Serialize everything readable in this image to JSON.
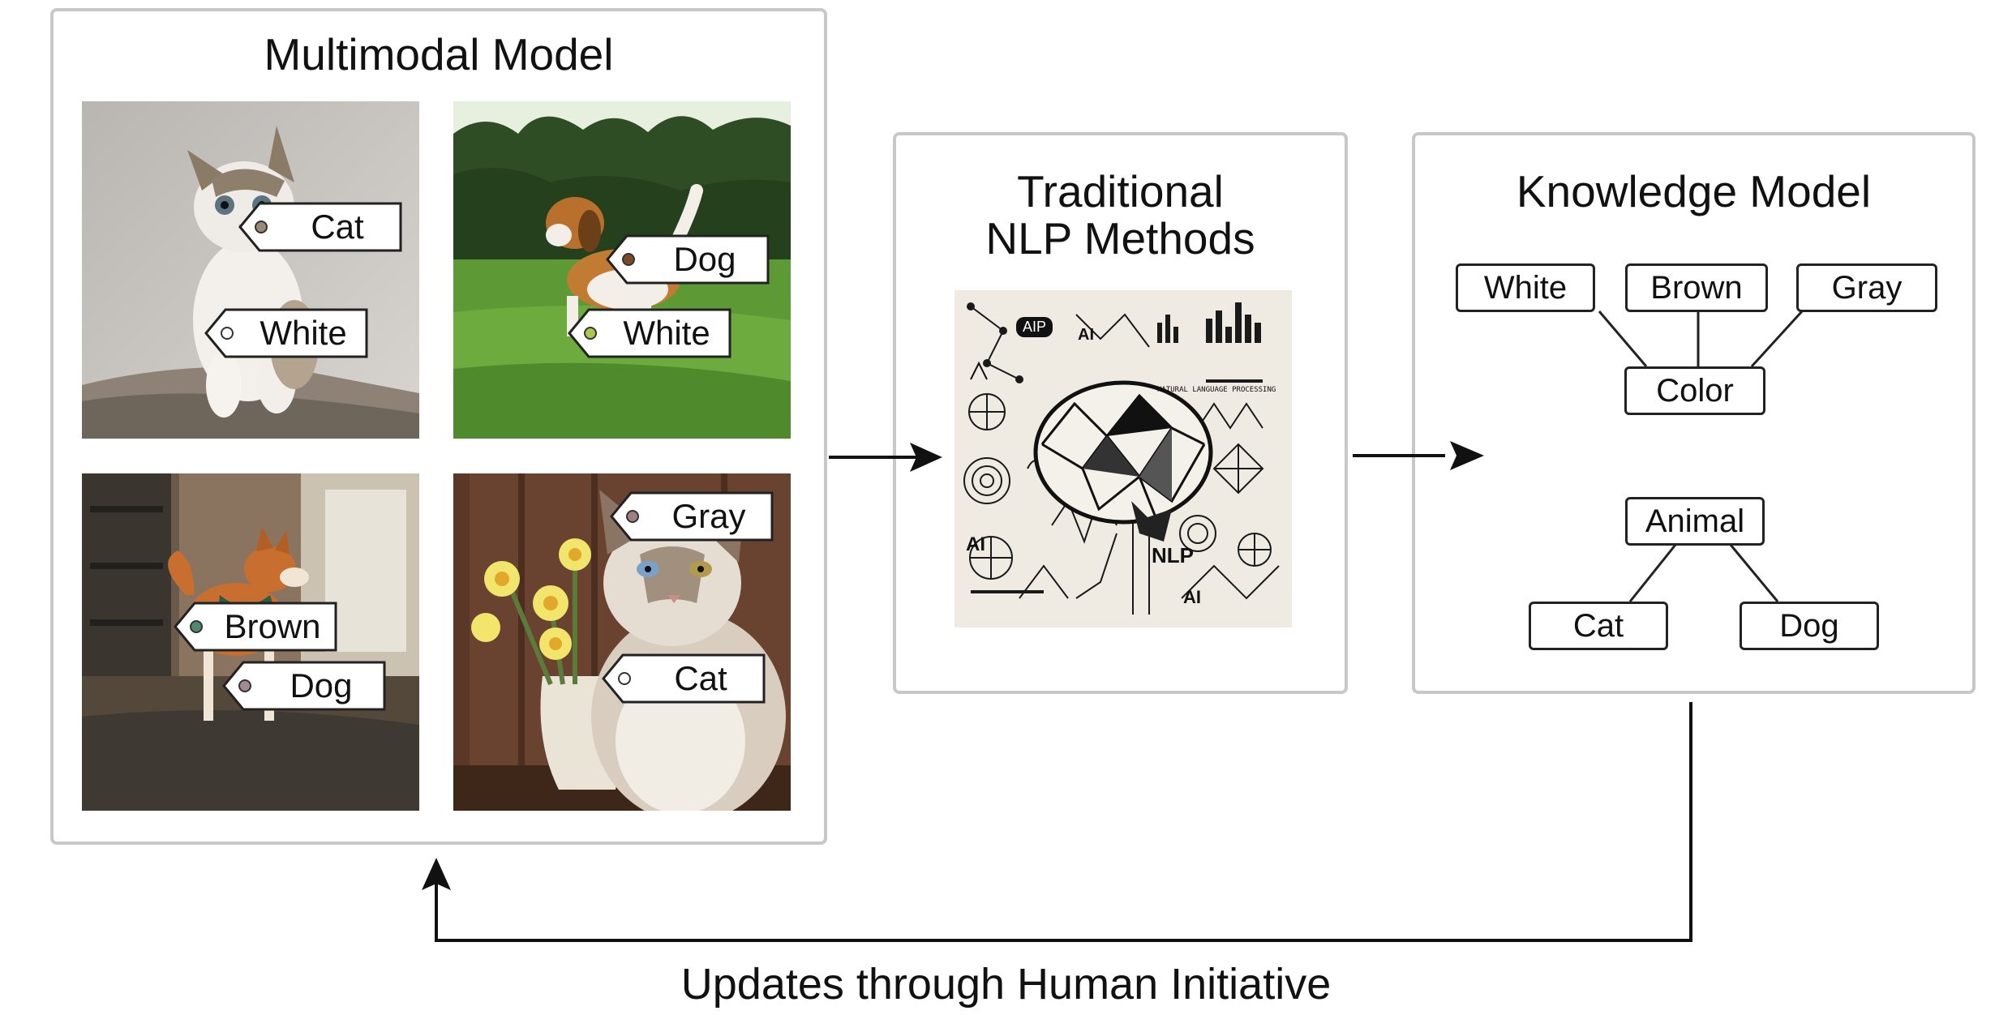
{
  "multimodal": {
    "title": "Multimodal Model",
    "images": [
      {
        "subject": "cat",
        "tags": [
          "Cat",
          "White"
        ]
      },
      {
        "subject": "dog",
        "tags": [
          "Dog",
          "White"
        ]
      },
      {
        "subject": "shiba",
        "tags": [
          "Brown",
          "Dog"
        ]
      },
      {
        "subject": "ragdoll",
        "tags": [
          "Gray",
          "Cat"
        ]
      }
    ]
  },
  "nlp": {
    "title_line1": "Traditional",
    "title_line2": "NLP Methods",
    "illustration_labels": [
      "AIP",
      "AI",
      "NLP",
      "AI",
      "AI",
      "NATURAL LANGUAGE PROCESSING"
    ]
  },
  "knowledge": {
    "title": "Knowledge Model",
    "color_group": {
      "parent": "Color",
      "children": [
        "White",
        "Brown",
        "Gray"
      ]
    },
    "animal_group": {
      "parent": "Animal",
      "children": [
        "Cat",
        "Dog"
      ]
    }
  },
  "feedback": {
    "caption": "Updates through Human Initiative"
  },
  "colors": {
    "panel_border": "#c8c8c8",
    "arrow": "#111111"
  }
}
